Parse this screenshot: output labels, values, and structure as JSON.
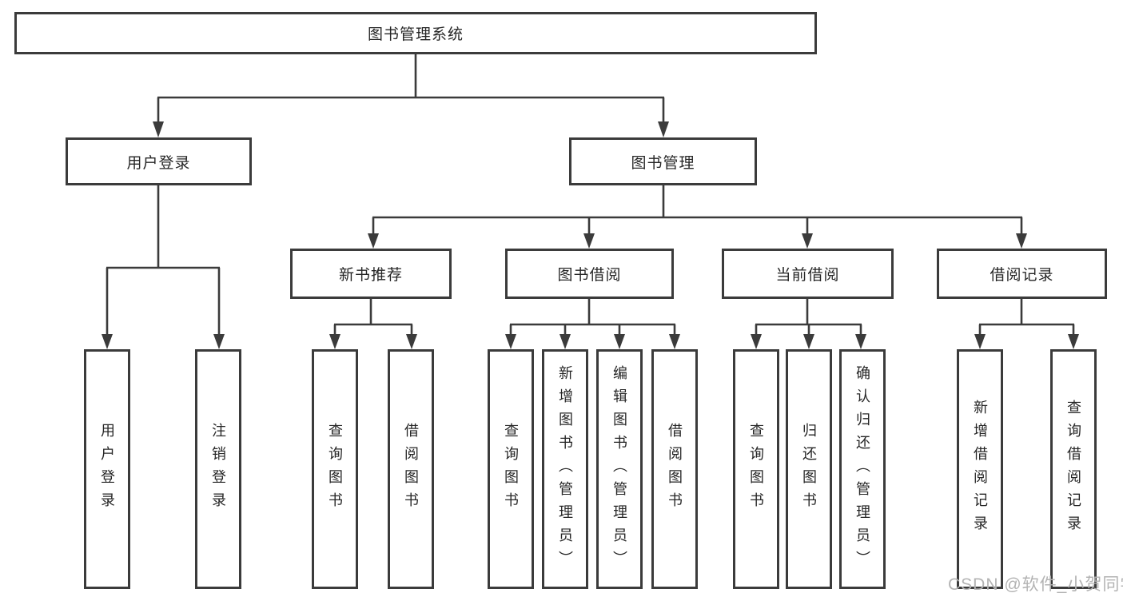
{
  "colors": {
    "line": "#3b3b3b",
    "text": "#262626",
    "watermark_text": "#b3b3b3",
    "background": "#ffffff"
  },
  "watermark": {
    "label": "CSDN @软件_小贺同学"
  },
  "tree": {
    "root": {
      "label": "图书管理系统"
    },
    "children": [
      {
        "label": "用户登录",
        "children": [
          {
            "label": "用户登录"
          },
          {
            "label": "注销登录"
          }
        ]
      },
      {
        "label": "图书管理",
        "children": [
          {
            "label": "新书推荐",
            "children": [
              {
                "label": "查询图书"
              },
              {
                "label": "借阅图书"
              }
            ]
          },
          {
            "label": "图书借阅",
            "children": [
              {
                "label": "查询图书"
              },
              {
                "label": "新增图书（管理员）"
              },
              {
                "label": "编辑图书（管理员）"
              },
              {
                "label": "借阅图书"
              }
            ]
          },
          {
            "label": "当前借阅",
            "children": [
              {
                "label": "查询图书"
              },
              {
                "label": "归还图书"
              },
              {
                "label": "确认归还（管理员）"
              }
            ]
          },
          {
            "label": "借阅记录",
            "children": [
              {
                "label": "新增借阅记录"
              },
              {
                "label": "查询借阅记录"
              }
            ]
          }
        ]
      }
    ]
  }
}
